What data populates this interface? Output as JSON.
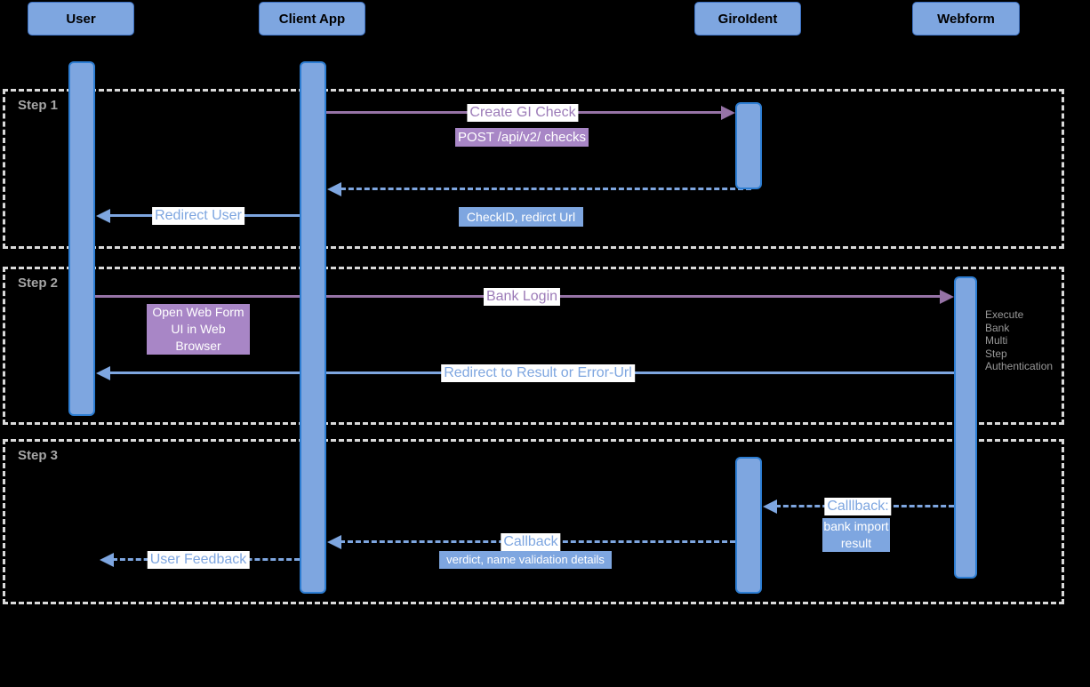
{
  "diagram": {
    "actors": [
      {
        "label": "User"
      },
      {
        "label": "Client App"
      },
      {
        "label": "GiroIdent"
      },
      {
        "label": "Webform"
      }
    ],
    "steps": [
      {
        "label": "Step 1"
      },
      {
        "label": "Step 2"
      },
      {
        "label": "Step 3"
      }
    ],
    "messages": {
      "create_gi_check": {
        "label": "Create GI Check",
        "detail": "POST /api/v2/ checks"
      },
      "return_check": {
        "detail": "CheckID, redirct Url"
      },
      "redirect_user": {
        "label": "Redirect User"
      },
      "bank_login": {
        "label": "Bank Login",
        "note_line1": "Open Web Form",
        "note_line2": "UI in Web Browser"
      },
      "webform_note": {
        "lines": [
          "Execute",
          "Bank",
          "Multi",
          "Step",
          "Authentication"
        ]
      },
      "redirect_result": {
        "label": "Redirect to Result or Error-Url"
      },
      "callback_webform": {
        "label": "Calllback:",
        "detail_line1": "bank import",
        "detail_line2": "result"
      },
      "callback_giroident": {
        "label": "Callback",
        "detail": "verdict, name validation details"
      },
      "user_feedback": {
        "label": "User Feedback"
      }
    },
    "colors": {
      "background": "#000000",
      "node_fill": "#7EA6E0",
      "node_border": "#2D7DD2",
      "purple_arrow": "#9673A6",
      "purple_label_bg": "#A886C6",
      "blue_label_bg": "#7EA6E0",
      "note_text": "#999999",
      "step_frame": "#D9D9D9",
      "step_label_text": "#A6A6A6"
    }
  }
}
